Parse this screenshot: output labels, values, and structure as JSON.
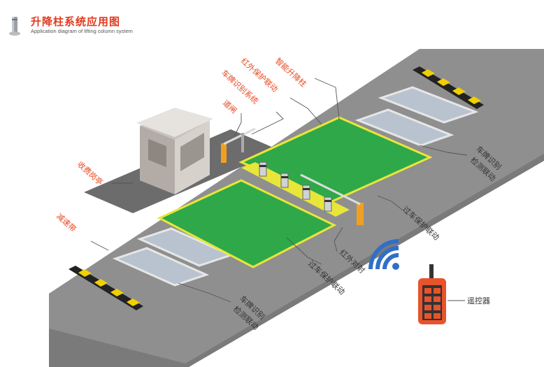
{
  "header": {
    "title": "升降柱系统应用图",
    "subtitle": "Application diagram of lifting column system"
  },
  "labels": {
    "smart_bollard": "智能升降柱",
    "infrared_guard": "红外保护联动",
    "plate_recognition_system": "车牌识别系统",
    "barrier_gate": "道闸",
    "toll_booth": "收费岗亭",
    "speed_bump": "减速带",
    "plate_detect_top_1": "车牌识别",
    "plate_detect_top_2": "检测联动",
    "vehicle_guard_right": "过车保护联动",
    "infrared_pair": "红外对射",
    "vehicle_guard_center": "过车保护联动",
    "plate_detect_bottom_1": "车牌识别",
    "plate_detect_bottom_2": "检测联动",
    "remote_control": "遥控器"
  },
  "colors": {
    "title_red": "#e03a1e",
    "label_red": "#e8481f",
    "road": "#8c8c8c",
    "road_dark": "#777777",
    "green_zone": "#2fa84a",
    "yellow_border": "#e8e63a",
    "remote_body": "#e8532b",
    "wifi_blue": "#2f6fc8"
  }
}
